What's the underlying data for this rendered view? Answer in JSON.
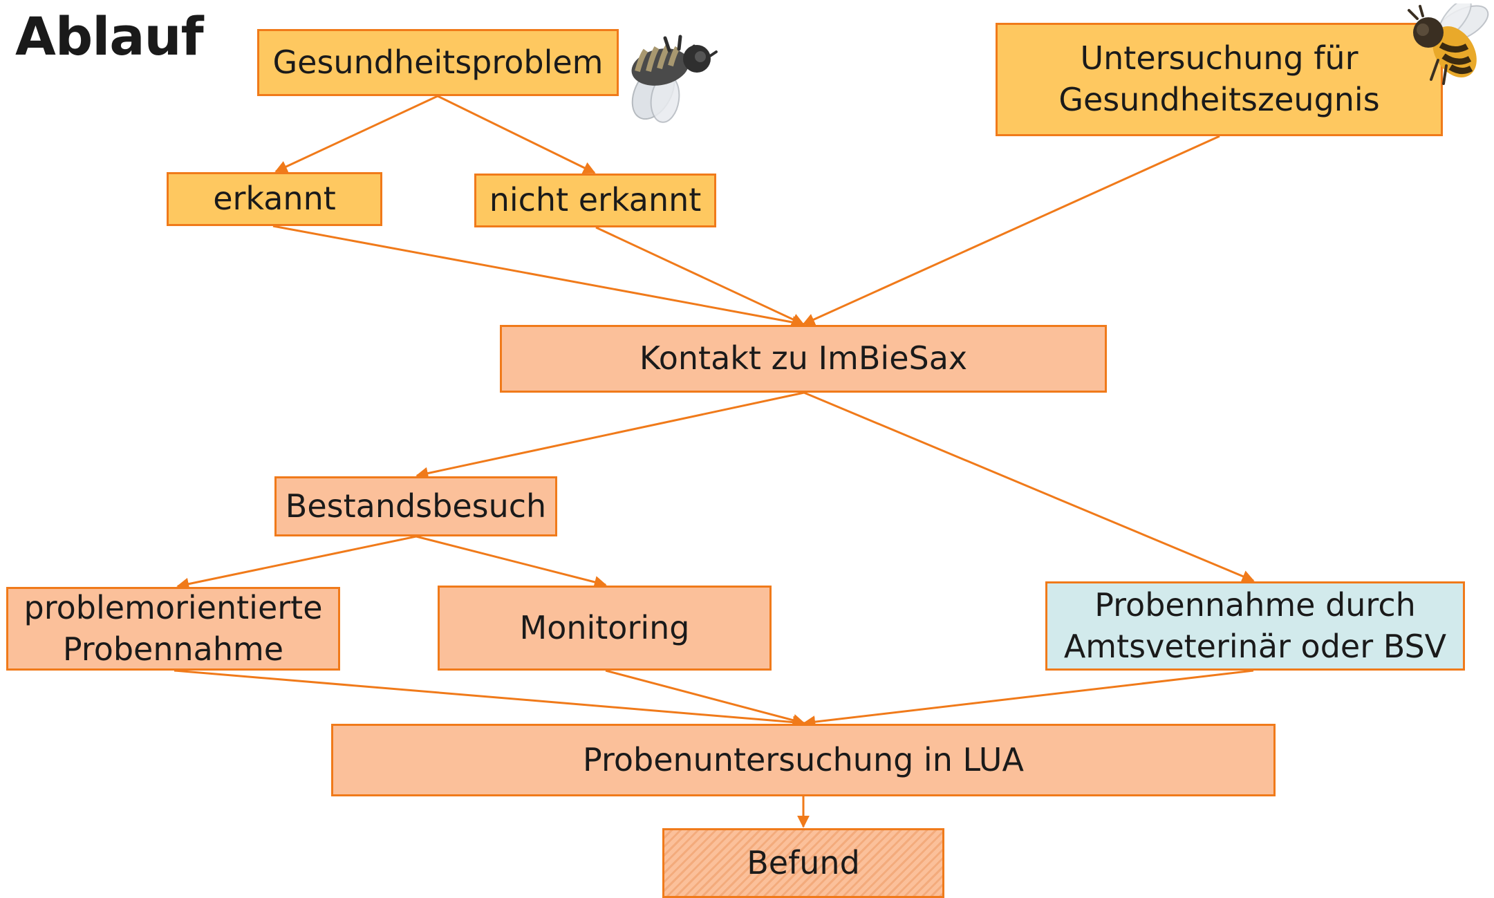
{
  "title": "Ablauf",
  "nodes": {
    "gesundheitsproblem": "Gesundheitsproblem",
    "erkannt": "erkannt",
    "nicht_erkannt": "nicht erkannt",
    "untersuchung": "Untersuchung für\nGesundheitszeugnis",
    "kontakt": "Kontakt zu ImBieSax",
    "bestandsbesuch": "Bestandsbesuch",
    "problemorientierte": "problemorientierte\nProbennahme",
    "monitoring": "Monitoring",
    "probennahme_amt": "Probennahme durch\nAmtsveterinär oder BSV",
    "probenuntersuchung": "Probenuntersuchung in LUA",
    "befund": "Befund"
  },
  "colors": {
    "accent": "#f07a1a",
    "yellow_fill": "#fec860",
    "salmon_fill": "#fbc09a",
    "blue_fill": "#d2eaec"
  },
  "icons": [
    "bee-icon",
    "bee-icon"
  ]
}
